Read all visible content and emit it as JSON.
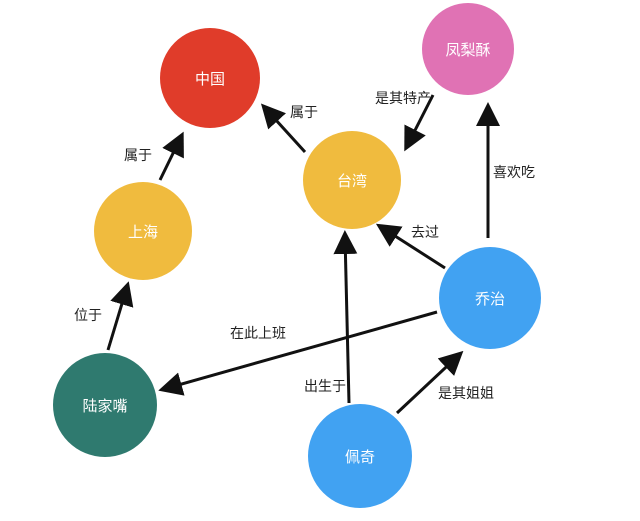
{
  "nodes": {
    "china": {
      "label": "中国",
      "color": "#e03c2a"
    },
    "pineapple_cake": {
      "label": "凤梨酥",
      "color": "#e072b4"
    },
    "taiwan": {
      "label": "台湾",
      "color": "#f0bb3e"
    },
    "shanghai": {
      "label": "上海",
      "color": "#f0bb3e"
    },
    "george": {
      "label": "乔治",
      "color": "#41a2f2"
    },
    "lujiazui": {
      "label": "陆家嘴",
      "color": "#2f7a6f"
    },
    "peppa": {
      "label": "佩奇",
      "color": "#41a2f2"
    }
  },
  "edges": {
    "shanghai_china": {
      "label": "属于"
    },
    "taiwan_china": {
      "label": "属于"
    },
    "cake_taiwan": {
      "label": "是其特产"
    },
    "george_cake": {
      "label": "喜欢吃"
    },
    "george_taiwan": {
      "label": "去过"
    },
    "lujiazui_shanghai": {
      "label": "位于"
    },
    "george_lujiazui": {
      "label": "在此上班"
    },
    "peppa_taiwan": {
      "label": "出生于"
    },
    "peppa_george": {
      "label": "是其姐姐"
    }
  }
}
